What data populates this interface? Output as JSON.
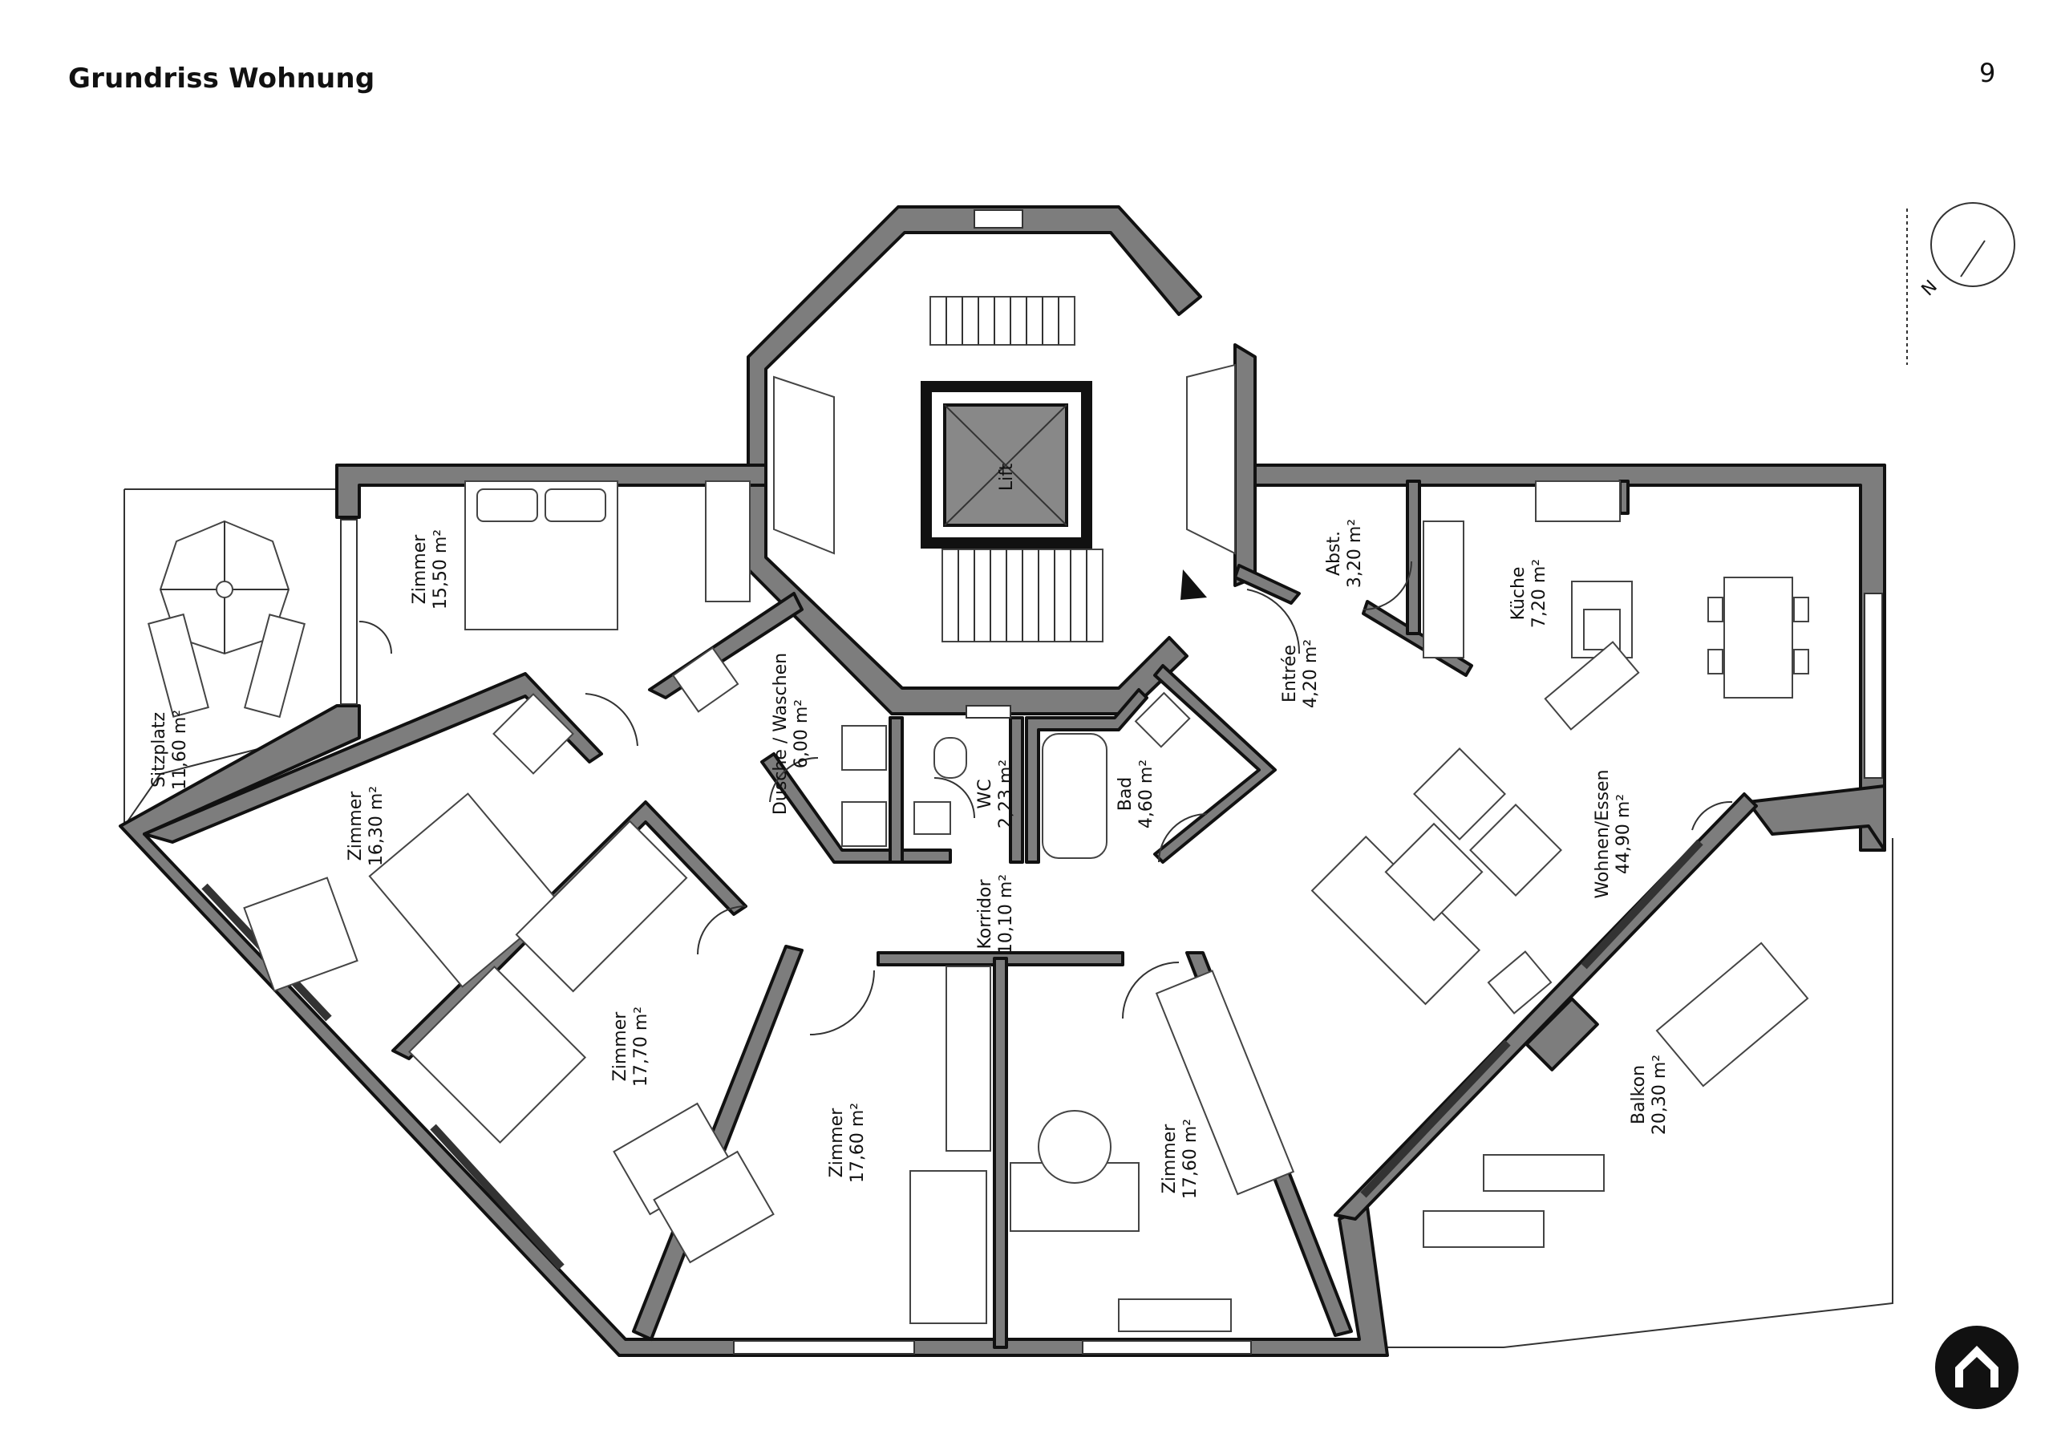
{
  "title": "Grundriss Wohnung",
  "page_number": "9",
  "north_label": "N",
  "lift_label": "Lift",
  "rooms": [
    {
      "name": "Zimmer",
      "area": "15,50 m²"
    },
    {
      "name": "Sitzplatz",
      "area": "11,60 m²"
    },
    {
      "name": "Zimmer",
      "area": "16,30 m²"
    },
    {
      "name": "Dusche / Waschen",
      "area": "6,00 m²"
    },
    {
      "name": "WC",
      "area": "2,23 m²"
    },
    {
      "name": "Bad",
      "area": "4,60 m²"
    },
    {
      "name": "Entrée",
      "area": "4,20 m²"
    },
    {
      "name": "Abst.",
      "area": "3,20 m²"
    },
    {
      "name": "Küche",
      "area": "7,20 m²"
    },
    {
      "name": "Wohnen/Essen",
      "area": "44,90 m²"
    },
    {
      "name": "Korridor",
      "area": "10,10 m²"
    },
    {
      "name": "Zimmer",
      "area": "17,70 m²"
    },
    {
      "name": "Zimmer",
      "area": "17,60 m²"
    },
    {
      "name": "Zimmer",
      "area": "17,60 m²"
    },
    {
      "name": "Balkon",
      "area": "20,30 m²"
    }
  ],
  "colors": {
    "wall": "#7d7d7d",
    "outline": "#111111",
    "logo": "#111111"
  }
}
